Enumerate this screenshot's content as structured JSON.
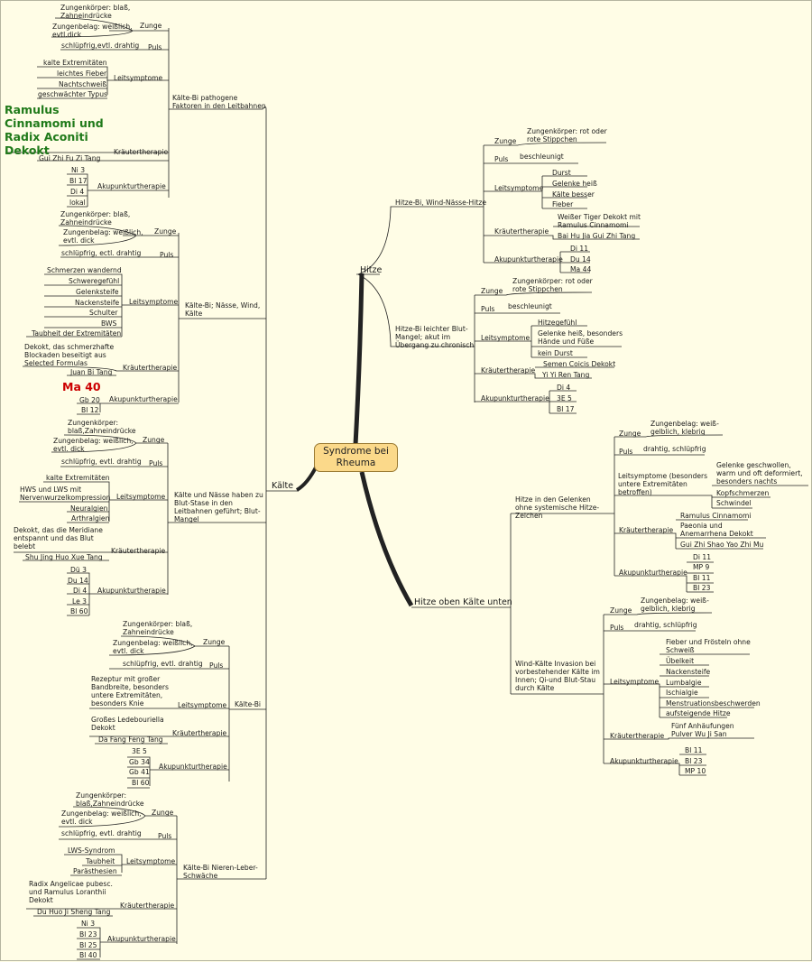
{
  "center": "Syndrome bei Rheuma",
  "branches": {
    "hitze": "Hitze",
    "kaelte": "Kälte",
    "hok": "Hitze oben Kälte unten"
  },
  "L": {
    "a": {
      "label": "Kälte-Bi pathogene Faktoren in den Leitbahnen",
      "zunge": "Zunge",
      "z1": "Zungenkörper: blaß, Zahneindrücke",
      "z2": "Zungenbelag: weißlich, evtl.dick",
      "puls": "Puls",
      "p1": "schlüpfrig,evtl. drahtig",
      "leit": "Leitsymptome",
      "s": [
        "kalte Extremitäten",
        "leichtes Fieber",
        "Nachtschweiß",
        "geschwächter Typus"
      ],
      "kraut": "Kräutertherapie",
      "k1": "Ramulus Cinnamomi und Radix Aconiti Dekokt",
      "k2": "Gui Zhi Fu Zi Tang",
      "aku": "Akupunkturtherapie",
      "pts": [
        "Ni 3",
        "Bl 17",
        "Di 4",
        "lokal"
      ]
    },
    "b": {
      "label": "Kälte-Bi; Nässe, Wind, Kälte",
      "zunge": "Zunge",
      "z1": "Zungenkörper: blaß, Zahneindrücke",
      "z2": "Zungenbelag: weißlich, evtl. dick",
      "puls": "Puls",
      "p1": "schlüpfrig, ectl. drahtig",
      "leit": "Leitsymptome",
      "s": [
        "Schmerzen wandernd",
        "Schweregefühl",
        "Gelenksteife",
        "Nackensteife",
        "Schulter",
        "BWS",
        "Taubheit der Extremitäten"
      ],
      "kraut": "Kräutertherapie",
      "k1": "Dekokt, das schmerzhafte Blockaden beseitigt aus Selected Formulas",
      "k2": "Juan Bi Tang",
      "aku": "Akupunkturtherapie",
      "pts": [
        "Ma 40",
        "Gb 20",
        "Bl 12"
      ]
    },
    "c": {
      "label": "Kälte und Nässe haben zu Blut-Stase in den Leitbahnen geführt; Blut-Mangel",
      "zunge": "Zunge",
      "z1": "Zungenkörper: blaß,Zahneindrücke",
      "z2": "Zungenbelag: weißlich, evtl. dick",
      "puls": "Puls",
      "p1": "schlüpfrig, evtl. drahtig",
      "leit": "Leitsymptome",
      "s": [
        "kalte Extremitäten",
        "HWS und LWS mit Nervenwurzelkompression",
        "Neuralgien",
        "Arthralgien"
      ],
      "kraut": "Kräutertherapie",
      "k1": "Dekokt, das die Meridiane entspannt und das Blut belebt",
      "k2": "Shu Jing Huo Xue Tang",
      "aku": "Akupunkturtherapie",
      "pts": [
        "Dü 3",
        "Du 14",
        "Di 4",
        "Le 3",
        "Bl 60"
      ]
    },
    "d": {
      "label": "Kälte-Bi",
      "zunge": "Zunge",
      "z1": "Zungenkörper: blaß, Zahneindrücke",
      "z2": "Zungenbelag: weißlich, evtl. dick",
      "puls": "Puls",
      "p1": "schlüpfrig, evtl. drahtig",
      "leit": "Leitsymptome",
      "s": [
        "Rezeptur mit großer Bandbreite, besonders untere Extremitäten, besonders Knie"
      ],
      "kraut": "Kräutertherapie",
      "k1": "Großes Ledebouriella Dekokt",
      "k2": "Da Fang Feng Tang",
      "aku": "Akupunkturtherapie",
      "pts": [
        "3E 5",
        "Gb 34",
        "Gb 41",
        "Bl 60"
      ]
    },
    "e": {
      "label": "Kälte-Bi Nieren-Leber-Schwäche",
      "zunge": "Zunge",
      "z1": "Zungenkörper: blaß,Zahneindrücke",
      "z2": "Zungenbelag: weißlich, evtl. dick",
      "puls": "Puls",
      "p1": "schlüpfrig, evtl. drahtig",
      "leit": "Leitsymptome",
      "s": [
        "LWS-Syndrom",
        "Taubheit",
        "Parästhesien"
      ],
      "kraut": "Kräutertherapie",
      "k1": "Radix Angelicae pubesc. und Ramulus Loranthii Dekokt",
      "k2": "Du Huo Ji Sheng Tang",
      "aku": "Akupunkturtherapie",
      "pts": [
        "Ni 3",
        "Bl 23",
        "Bl 25",
        "Bl 40"
      ]
    }
  },
  "R": {
    "a": {
      "label": "Hitze-Bi, Wind-Nässe-Hitze",
      "zunge": "Zunge",
      "z1": "Zungenkörper: rot oder rote Stippchen",
      "puls": "Puls",
      "p1": "beschleunigt",
      "leit": "Leitsymptome",
      "s": [
        "Durst",
        "Gelenke heiß",
        "Kälte besser",
        "Fieber"
      ],
      "kraut": "Kräutertherapie",
      "k1": "Weißer Tiger Dekokt mit Ramulus Cinnamomi",
      "k2": "Bai Hu Jia Gui Zhi Tang",
      "aku": "Akupunkturtherapie",
      "pts": [
        "Di 11",
        "Du 14",
        "Ma 44"
      ]
    },
    "b": {
      "label": "Hitze-Bi leichter Blut-Mangel; akut im Übergang zu chronisch",
      "zunge": "Zunge",
      "z1": "Zungenkörper: rot oder rote Stippchen",
      "puls": "Puls",
      "p1": "beschleunigt",
      "leit": "Leitsymptome",
      "s": [
        "Hitzegefühl",
        "Gelenke heiß, besonders Hände und Füße",
        "kein Durst"
      ],
      "kraut": "Kräutertherapie",
      "k1": "Semen Coicis Dekokt",
      "k2": "Yi Yi Ren Tang",
      "aku": "Akupunkturtherapie",
      "pts": [
        "Di 4",
        "3E 5",
        "Bl 17"
      ]
    },
    "c": {
      "label": "Hitze in den Gelenken ohne systemische Hitze-Zeichen",
      "zunge": "Zunge",
      "z1": "Zungenbelag: weiß-gelblich, klebrig",
      "puls": "Puls",
      "p1": "drahtig, schlüpfrig",
      "leit": "Leitsymptome (besonders untere Extremitäten betroffen)",
      "s": [
        "Gelenke geschwollen, warm und oft deformiert, besonders nachts",
        "Kopfschmerzen",
        "Schwindel"
      ],
      "kraut": "Kräutertherapie",
      "k": [
        "Ramulus Cinnamomi",
        "Paeonia und Anemarrhena Dekokt",
        "Gui Zhi Shao Yao Zhi Mu"
      ],
      "aku": "Akupunkturtherapie",
      "pts": [
        "Di 11",
        "MP 9",
        "Bl 11",
        "Bl 23"
      ]
    },
    "d": {
      "label": "Wind-Kälte Invasion bei vorbestehender Kälte im Innen; Qi-und Blut-Stau durch Kälte",
      "zunge": "Zunge",
      "z1": "Zungenbelag: weiß-gelblich, klebrig",
      "puls": "Puls",
      "p1": "drahtig, schlüpfrig",
      "leit": "Leitsymptome",
      "s": [
        "Fieber und Frösteln ohne Schweiß",
        "Übelkeit",
        "Nackensteife",
        "Lumbalgie",
        "Ischialgie",
        "Menstruationsbeschwerden",
        "aufsteigende Hitze"
      ],
      "kraut": "Kräutertherapie",
      "k1": "Fünf Anhäufungen Pulver Wu Ji San",
      "aku": "Akupunkturtherapie",
      "pts": [
        "Bl 11",
        "Bl 23",
        "MP 10"
      ]
    }
  }
}
